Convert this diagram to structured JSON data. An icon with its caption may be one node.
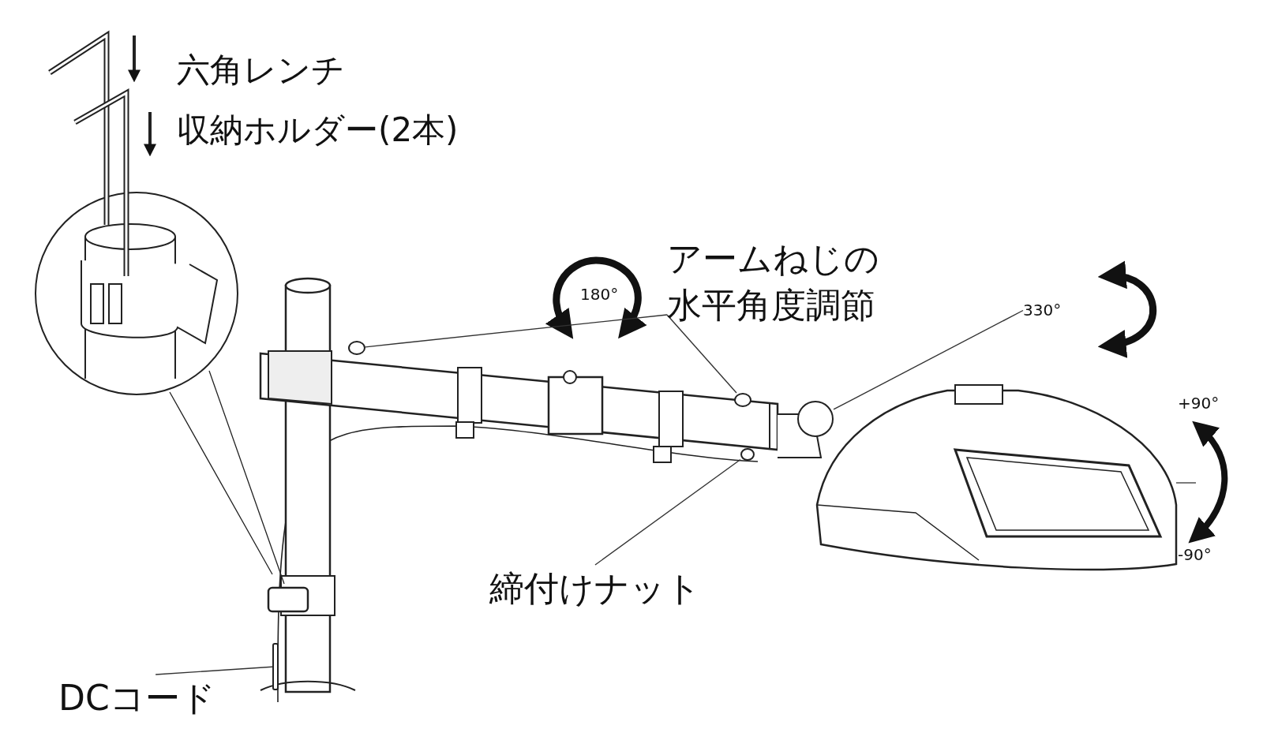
{
  "diagram": {
    "nodes": [
      {
        "text": [
          "アームねじの水平角度調節"
        ]
      },
      {
        "text": [],
        "shape": "circle"
      },
      {
        "text": [],
        "shape": "circle"
      },
      {
        "text": [
          "330°"
        ]
      },
      {
        "text": [],
        "shape": "circle"
      },
      {
        "text": [
          "締付けナット"
        ]
      },
      {
        "text": [],
        "shape": "circle"
      },
      {
        "text": [
          "DCコード"
        ]
      },
      {
        "text": [],
        "shape": "bar"
      }
    ],
    "edges": [
      {
        "from": 0,
        "to": 1,
        "arrow": "none"
      },
      {
        "from": 0,
        "to": 2,
        "arrow": "none"
      },
      {
        "from": 3,
        "to": 4,
        "arrow": "none"
      },
      {
        "from": 5,
        "to": 6,
        "arrow": "none"
      },
      {
        "from": 7,
        "to": 8,
        "arrow": "none"
      }
    ],
    "labels": [
      "六角レンチ",
      "収納ホルダー(2本)",
      "180°",
      "+90°",
      "-90°"
    ]
  }
}
